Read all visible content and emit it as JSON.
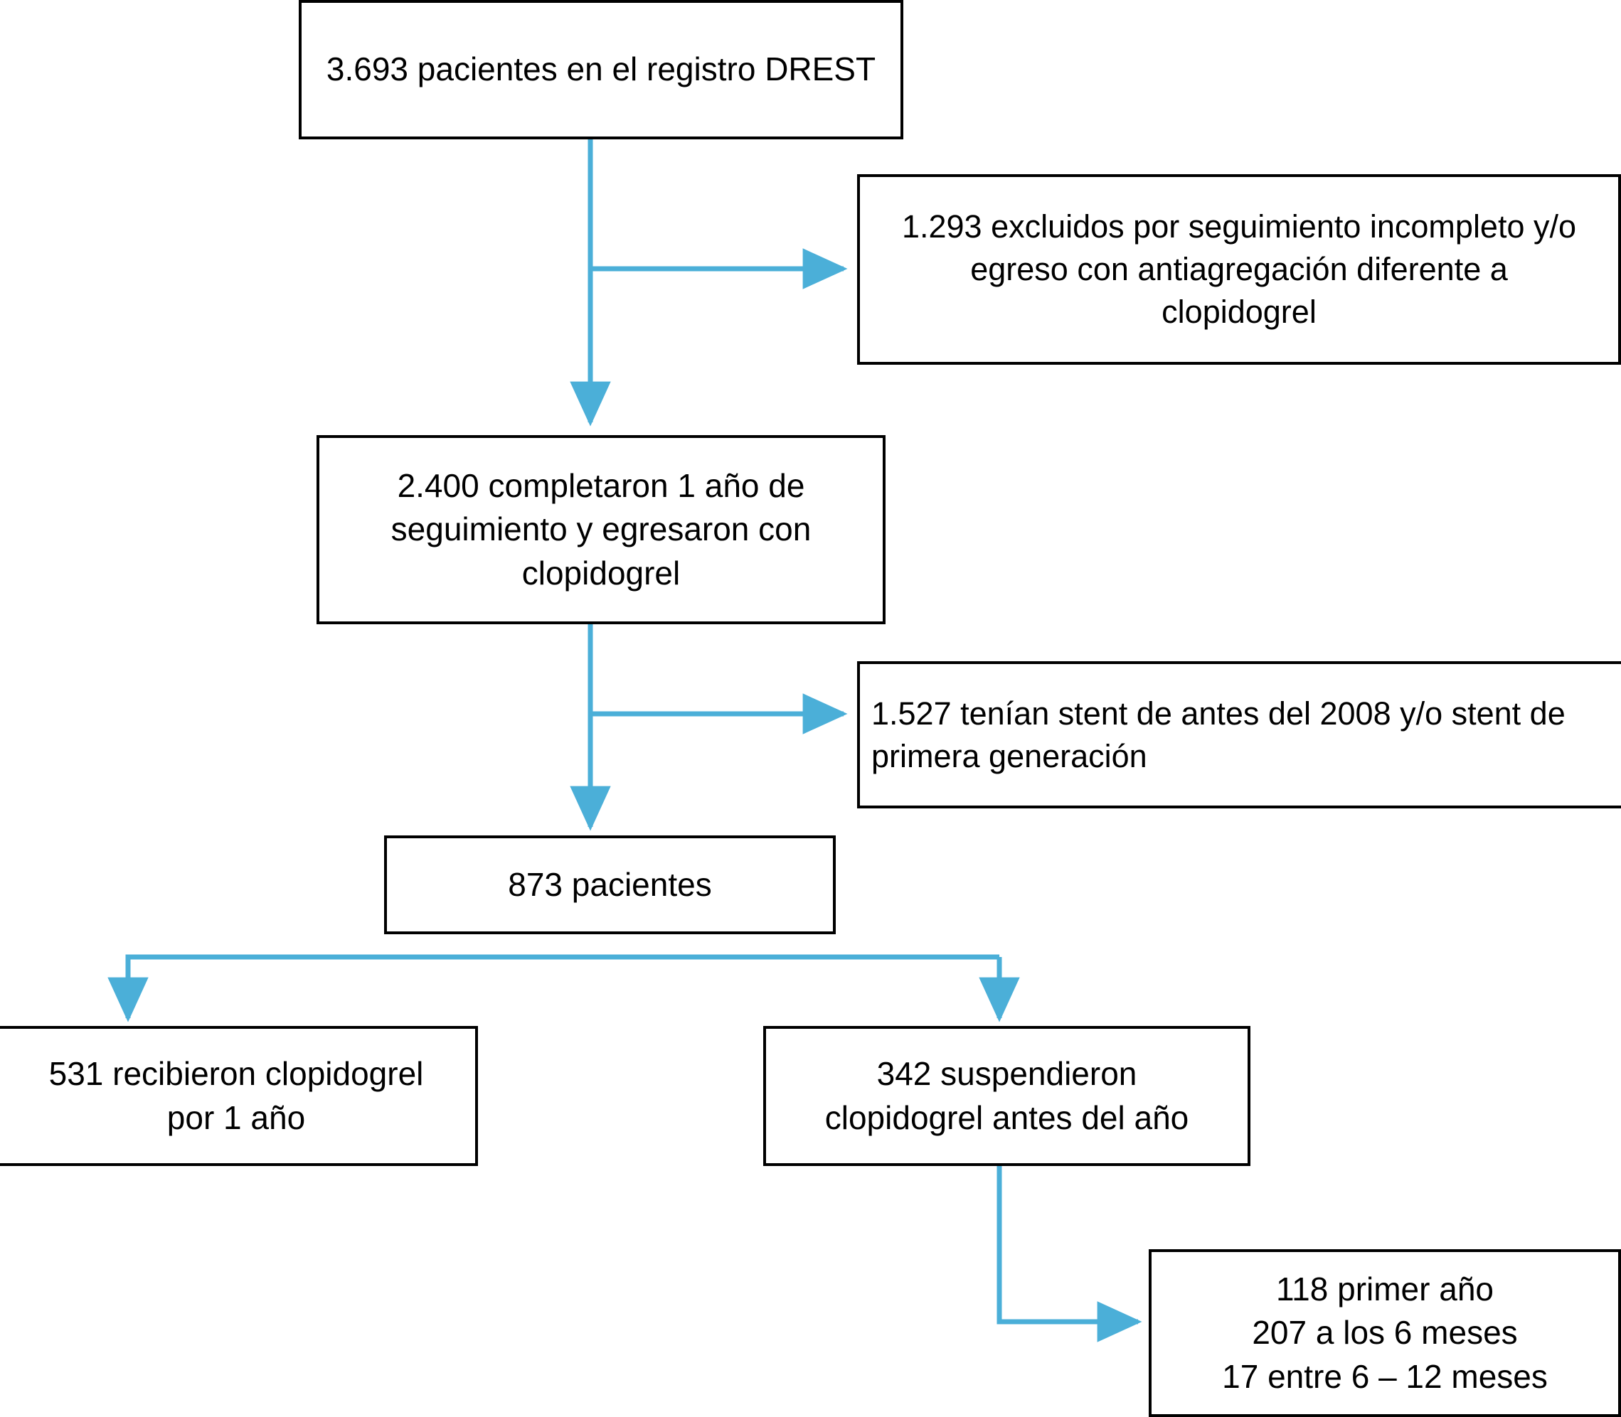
{
  "figure": {
    "type": "flowchart",
    "language": "es",
    "accent_color": "#4BAFD8",
    "border_color": "#000000",
    "background_color": "#FFFFFF",
    "text_color": "#000000"
  },
  "nodes": [
    {
      "id": "registro",
      "name": "node-registro-drest",
      "align": "center",
      "lines": [
        "3.693 pacientes en el registro DREST"
      ]
    },
    {
      "id": "excluidos",
      "name": "node-excluidos-seguimiento",
      "align": "center",
      "lines": [
        "1.293 excluidos por seguimiento incompleto y/o",
        "egreso con antiagregación diferente a",
        "clopidogrel"
      ]
    },
    {
      "id": "completaron",
      "name": "node-completaron-un-ano",
      "align": "center",
      "lines": [
        "2.400 completaron 1 año de",
        "seguimiento y egresaron con",
        "clopidogrel"
      ]
    },
    {
      "id": "stent",
      "name": "node-stent-antes-2008",
      "align": "left",
      "lines": [
        "1.527 tenían stent de antes del 2008 y/o stent de",
        "primera generación"
      ]
    },
    {
      "id": "pacientes873",
      "name": "node-873-pacientes",
      "align": "center",
      "lines": [
        "873 pacientes"
      ]
    },
    {
      "id": "recibieron",
      "name": "node-531-recibieron",
      "align": "center",
      "lines": [
        "531 recibieron clopidogrel",
        "por 1 año"
      ]
    },
    {
      "id": "suspendieron",
      "name": "node-342-suspendieron",
      "align": "center",
      "lines": [
        "342 suspendieron",
        "clopidogrel antes del año"
      ]
    },
    {
      "id": "desglose",
      "name": "node-desglose-suspension",
      "align": "center",
      "lines": [
        "118 primer año",
        "207 a los 6 meses",
        "17 entre 6 – 12 meses"
      ]
    }
  ],
  "edges": [
    {
      "name": "edge-registro-to-completaron",
      "from": "registro",
      "to": "completaron"
    },
    {
      "name": "edge-registro-to-excluidos",
      "from": "registro",
      "to": "excluidos"
    },
    {
      "name": "edge-completaron-to-873",
      "from": "completaron",
      "to": "pacientes873"
    },
    {
      "name": "edge-completaron-to-stent",
      "from": "completaron",
      "to": "stent"
    },
    {
      "name": "edge-873-to-recibieron",
      "from": "pacientes873",
      "to": "recibieron"
    },
    {
      "name": "edge-873-to-suspendieron",
      "from": "pacientes873",
      "to": "suspendieron"
    },
    {
      "name": "edge-suspendieron-to-desglose",
      "from": "suspendieron",
      "to": "desglose"
    }
  ]
}
